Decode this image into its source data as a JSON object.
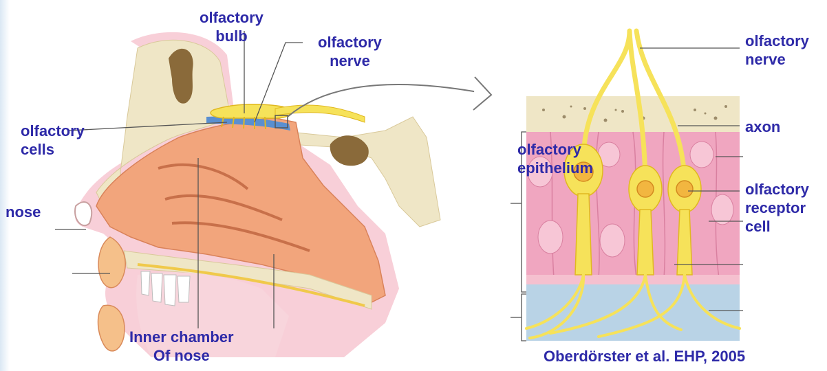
{
  "labels": {
    "olfactory_bulb": [
      "olfactory",
      "bulb"
    ],
    "olfactory_nerve_left": [
      "olfactory",
      "nerve"
    ],
    "olfactory_cells": [
      "olfactory",
      "cells"
    ],
    "nose": "nose",
    "inner_chamber": [
      "Inner chamber",
      "Of nose"
    ],
    "olfactory_nerve_right": [
      "olfactory",
      "nerve"
    ],
    "axon": "axon",
    "olfactory_epithelium": [
      "olfactory",
      "epithelium"
    ],
    "olfactory_receptor_cell": [
      "olfactory",
      "receptor",
      "cell"
    ]
  },
  "citation": "Oberdörster et al. EHP, 2005",
  "colors": {
    "label_text": "#2e2aa8",
    "nasal_tissue": "#f2a57c",
    "bone": "#efe6c6",
    "mucosa_pink": "#f3b7c6",
    "nerve_yellow": "#f6e25a",
    "epithelium_pink": "#f0a6c0",
    "mucus_blue": "#b9d3e6"
  }
}
